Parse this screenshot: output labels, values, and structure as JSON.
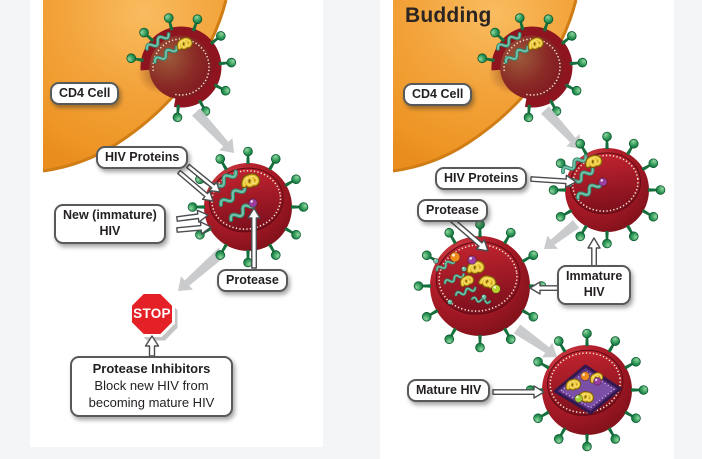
{
  "page": {
    "background": "#f4f5f7"
  },
  "panels": {
    "left": {
      "labels": {
        "cd4": "CD4 Cell",
        "hiv_proteins": "HIV Proteins",
        "new_immature": [
          "New (immature)",
          "HIV"
        ],
        "protease": "Protease",
        "stop": "STOP",
        "inhibitors": [
          "Protease Inhibitors",
          "Block new HIV from",
          "becoming mature HIV"
        ]
      }
    },
    "right": {
      "title": "Budding",
      "labels": {
        "cd4": "CD4 Cell",
        "hiv_proteins": "HIV Proteins",
        "protease": "Protease",
        "immature": [
          "Immature",
          "HIV"
        ],
        "mature": "Mature HIV"
      }
    }
  },
  "colors": {
    "cell_orange": "#f3a43c",
    "virus_membrane_red": "#9e1b27",
    "virus_interior_red": "#a4182a",
    "spike_green": "#1e854a",
    "protein_yellow": "#e7bf2a",
    "genome_teal": "#72c2aa",
    "protease_purple": "#9b3d9e",
    "stop_sign_red": "#e32126",
    "capsid_purple": "#5e3585",
    "label_border_gray": "#58595b",
    "flow_arrow_gray": "#c9cacc"
  }
}
